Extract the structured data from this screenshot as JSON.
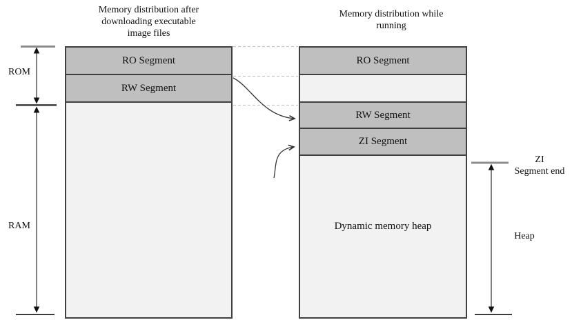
{
  "colors": {
    "segment_fill": "#bfbfbf",
    "light_fill": "#f2f2f2",
    "border": "#3f3f3f",
    "text": "#111111",
    "dash": "#c4c4c4"
  },
  "left_panel": {
    "title_lines": [
      "Memory distribution after",
      "downloading executable",
      "image files"
    ],
    "segments": {
      "ro": "RO Segment",
      "rw": "RW Segment"
    }
  },
  "right_panel": {
    "title_lines": [
      "Memory distribution while",
      "running"
    ],
    "segments": {
      "ro": "RO Segment",
      "rw": "RW Segment",
      "zi": "ZI Segment"
    },
    "heap_label": "Dynamic memory heap"
  },
  "dimension_labels": {
    "rom": "ROM",
    "ram": "RAM",
    "zi_end_lines": [
      "ZI",
      "Segment end"
    ],
    "heap": "Heap"
  }
}
